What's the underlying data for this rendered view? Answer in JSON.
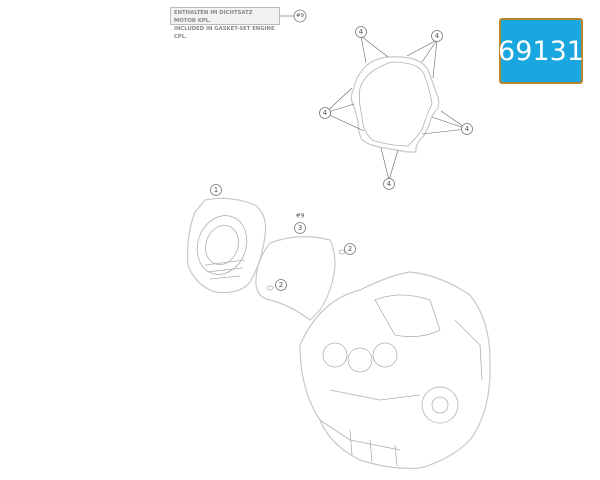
{
  "note": {
    "line1": "ENTHALTEN IM DICHTSATZ MOTOR KPL.",
    "line2": "INCLUDED IN GASKET-SET ENGINE CPL.",
    "ref": "#9"
  },
  "badge": {
    "text": "69131",
    "background": "#1aa6de",
    "border": "#b8862a"
  },
  "callouts": {
    "gasket_screw": "4",
    "clutch_cover": "1",
    "gasket_set_ref": "#9",
    "cover_gasket": "3",
    "dowel": "2"
  }
}
